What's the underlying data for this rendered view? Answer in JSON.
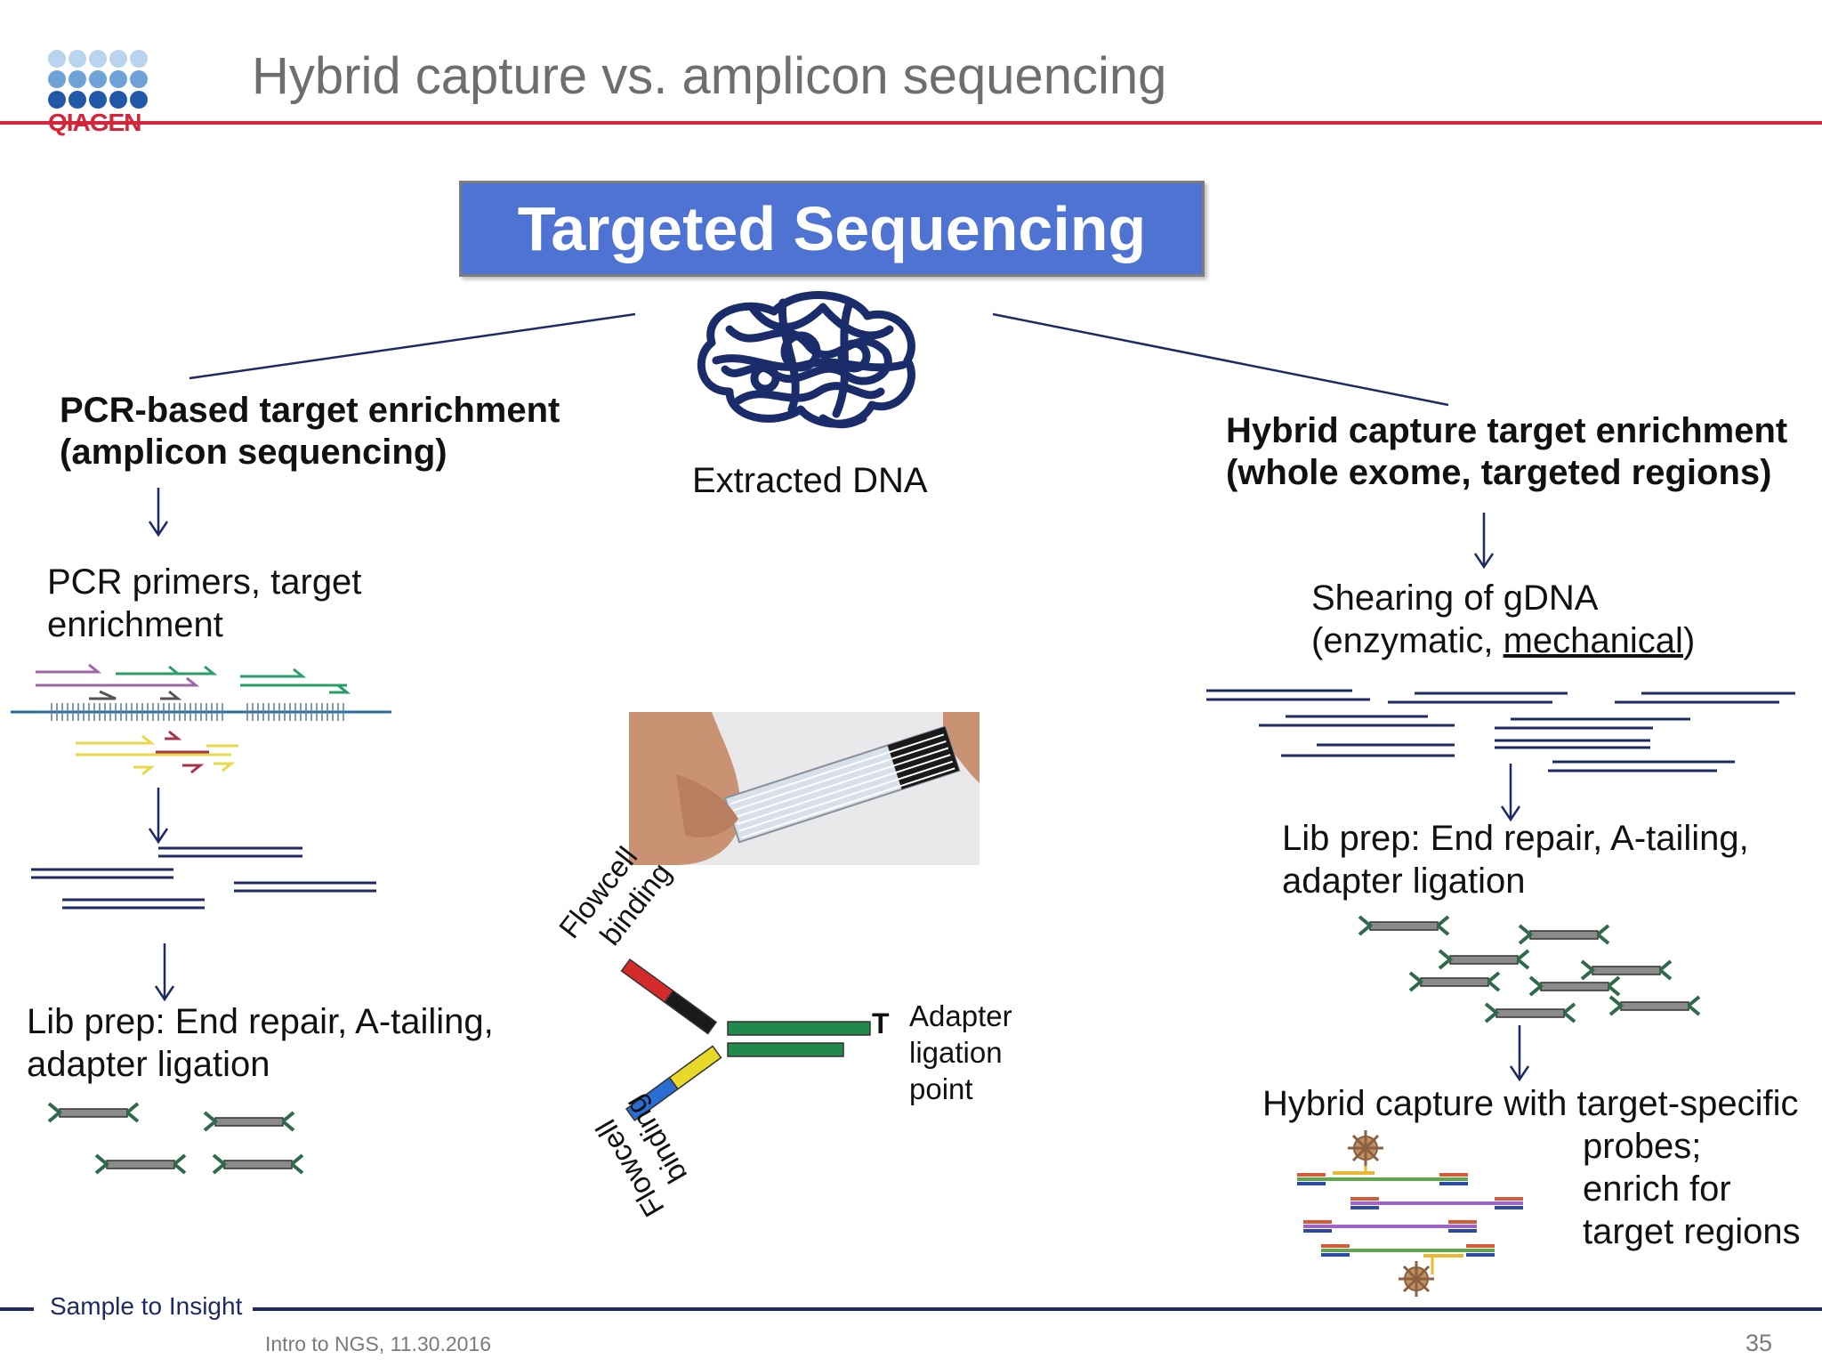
{
  "header": {
    "title": "Hybrid capture vs. amplicon sequencing",
    "logo_text": "QIAGEN"
  },
  "center": {
    "box_label": "Targeted Sequencing",
    "extracted_dna": "Extracted DNA",
    "adapter_label": [
      "Adapter",
      "ligation",
      "point"
    ],
    "adapter_t": "T",
    "flowcell_top": [
      "Flowcell",
      "binding"
    ],
    "flowcell_bottom": [
      "Flowcell",
      "binding"
    ]
  },
  "left": {
    "heading_line1": "PCR-based target enrichment",
    "heading_line2": "(amplicon sequencing)",
    "step1_line1": "PCR primers, target",
    "step1_line2": "enrichment",
    "step2_line1": "Lib prep: End repair, A-tailing,",
    "step2_line2": "adapter ligation"
  },
  "right": {
    "heading_line1": "Hybrid capture target enrichment",
    "heading_line2": "(whole exome, targeted regions)",
    "step1_line1": "Shearing of gDNA",
    "step1_line2_pre": "(enzymatic, ",
    "step1_line2_link": "mechanical",
    "step1_line2_post": ")",
    "step2_line1": "Lib prep: End repair, A-tailing,",
    "step2_line2": "adapter ligation",
    "step3_line1": "Hybrid capture with target-specific",
    "step3_line2": "probes;",
    "step3_line3": "enrich for",
    "step3_line4": "target regions"
  },
  "footer": {
    "tagline": "Sample to Insight",
    "info": "Intro to NGS, 11.30.2016",
    "page_number": "35"
  },
  "colors": {
    "accent_red": "#d6243a",
    "navy": "#1d2a63",
    "box_blue": "#4f73d3",
    "dna_navy": "#1b2c6b"
  }
}
